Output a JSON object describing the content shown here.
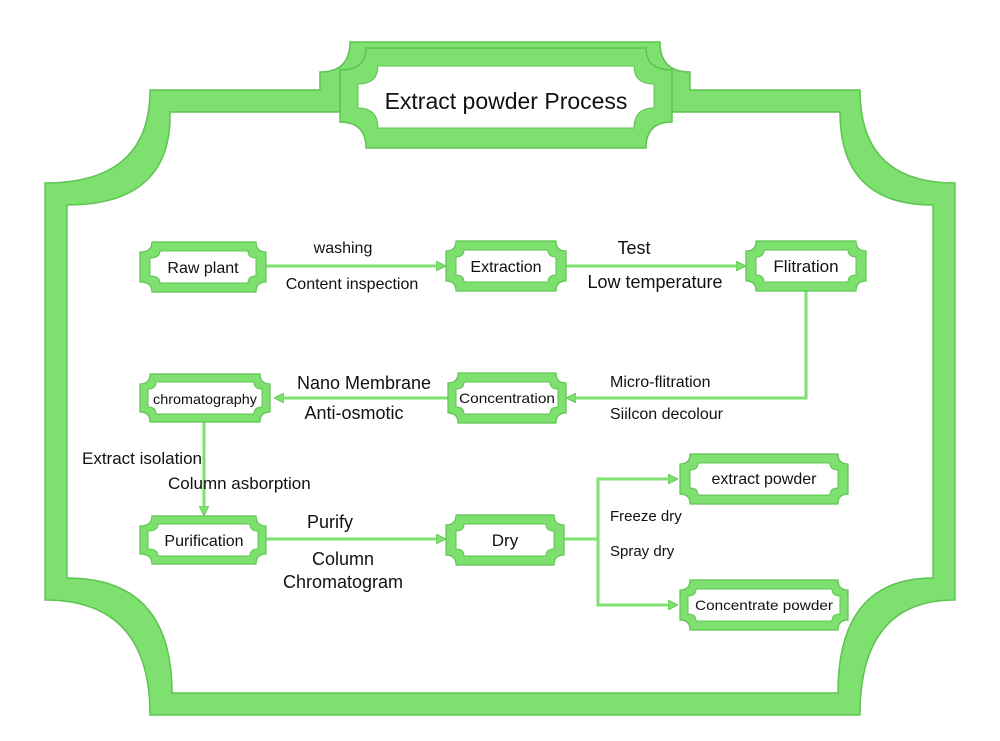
{
  "title": "Extract powder Process",
  "colors": {
    "frame": "#7EE06F",
    "frame_stroke": "#5FC352",
    "arrow": "#7EE06F",
    "text": "#111111"
  },
  "nodes": {
    "raw_plant": "Raw plant",
    "extraction": "Extraction",
    "flitration": "Flitration",
    "chromatography": "chromatography",
    "concentration": "Concentration",
    "purification": "Purification",
    "dry": "Dry",
    "extract_powder": "extract powder",
    "concentrate_powder": "Concentrate powder"
  },
  "labels": {
    "washing": "washing",
    "content_inspection": "Content inspection",
    "test": "Test",
    "low_temperature": "Low temperature",
    "micro_flitration": "Micro-flitration",
    "silicon_decolour": "Siilcon decolour",
    "nano_membrane": "Nano Membrane",
    "anti_osmotic": "Anti-osmotic",
    "extract_isolation": "Extract isolation",
    "column_asborption": "Column asborption",
    "purify": "Purify",
    "column": "Column",
    "chromatogram": "Chromatogram",
    "freeze_dry": "Freeze dry",
    "spray_dry": "Spray dry"
  }
}
